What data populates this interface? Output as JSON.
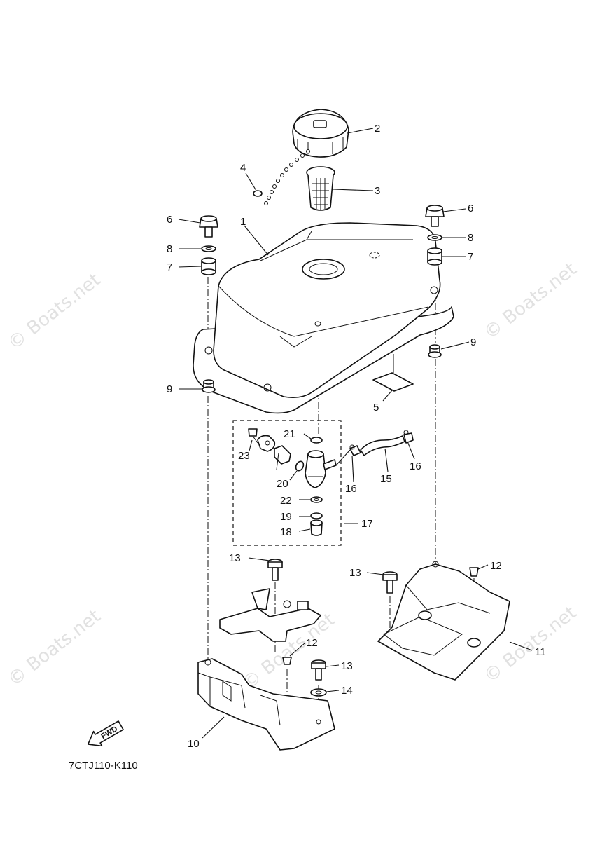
{
  "diagram": {
    "reference_code": "7CTJ110-K110",
    "direction_label": "FWD",
    "watermark": "© Boats.net",
    "callouts": [
      "1",
      "2",
      "3",
      "4",
      "5",
      "6",
      "6",
      "7",
      "7",
      "8",
      "8",
      "9",
      "9",
      "10",
      "11",
      "12",
      "12",
      "13",
      "13",
      "13",
      "14",
      "15",
      "16",
      "16",
      "17",
      "18",
      "19",
      "20",
      "21",
      "22",
      "23"
    ]
  }
}
